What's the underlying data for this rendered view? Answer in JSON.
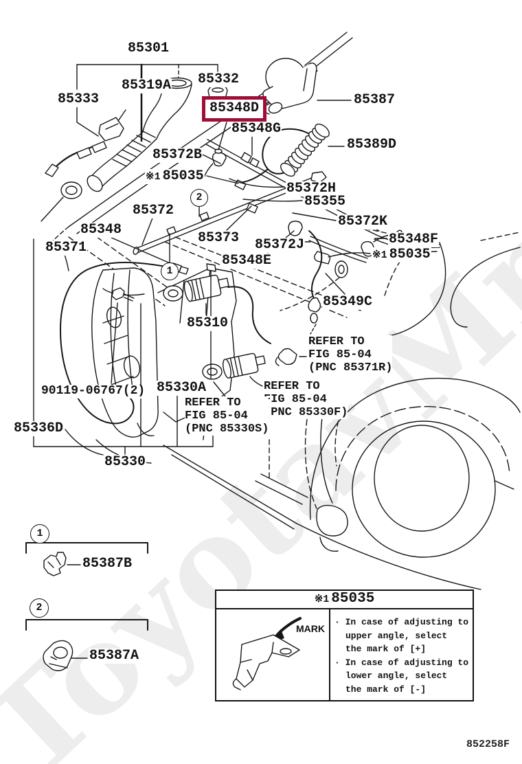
{
  "watermark": "ToyotavMne.ru",
  "highlight": {
    "box_color": "#a00e38"
  },
  "ref_mark": "※1",
  "parts": {
    "p85301": "85301",
    "p85333": "85333",
    "p85319A": "85319A",
    "p85332": "85332",
    "p85348D": "85348D",
    "p85348G": "85348G",
    "p85387": "85387",
    "p85372B": "85372B",
    "p85389D": "85389D",
    "p85035": "85035",
    "p85372H": "85372H",
    "p85355": "85355",
    "p85372K": "85372K",
    "p85348F": "85348F",
    "p85372": "85372",
    "p85348": "85348",
    "p85371": "85371",
    "p85373": "85373",
    "p85372J": "85372J",
    "p85348E": "85348E",
    "p85310": "85310",
    "p85349C": "85349C",
    "p90119": "90119-06767(2)",
    "p85330A": "85330A",
    "p85336D": "85336D",
    "p85330": "85330",
    "p85387B": "85387B",
    "p85387A": "85387A"
  },
  "callouts": [
    "1",
    "2",
    "1",
    "2"
  ],
  "refer_notes": [
    {
      "lines": [
        "REFER TO",
        "FIG 85-04",
        "(PNC 85371R)"
      ]
    },
    {
      "lines": [
        "REFER TO",
        "FIG 85-04",
        "(PNC 85330F)"
      ]
    },
    {
      "lines": [
        "REFER TO",
        "FIG 85-04",
        "(PNC 85330S)"
      ]
    }
  ],
  "note_box": {
    "mark": "MARK",
    "bullets": [
      {
        "lines": [
          "· In case of adjusting to",
          "upper angle, select",
          "the mark of [+]"
        ]
      },
      {
        "lines": [
          "· In case of adjusting to",
          "lower angle, select",
          "the mark of [-]"
        ]
      }
    ]
  },
  "footer": {
    "doc_number": "852258F"
  }
}
